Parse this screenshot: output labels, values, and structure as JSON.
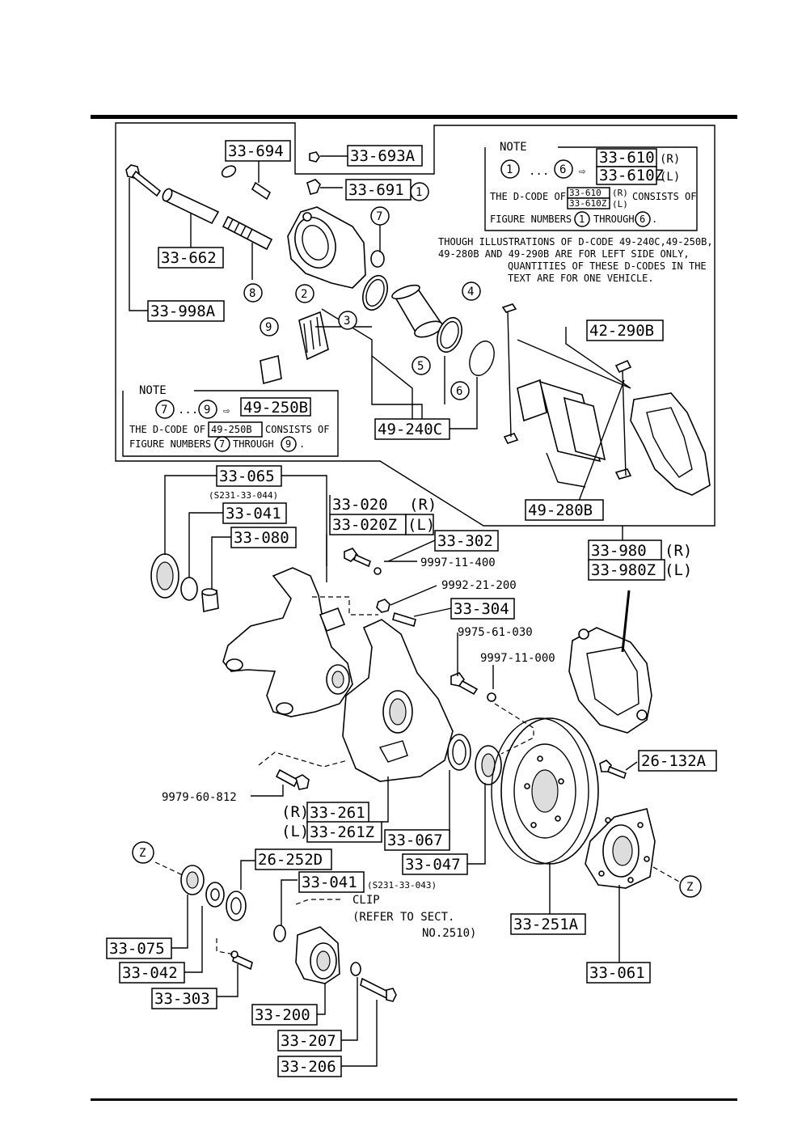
{
  "callouts": {
    "p33_694": "33-694",
    "p33_693A": "33-693A",
    "p33_691": "33-691",
    "p33_662": "33-662",
    "p33_998A": "33-998A",
    "p42_290B": "42-290B",
    "p49_240C": "49-240C",
    "p49_280B": "49-280B",
    "p33_065": "33-065",
    "p33_041a": "33-041",
    "p33_080": "33-080",
    "p33_020": "33-020",
    "p33_020Z": "33-020Z",
    "p33_302": "33-302",
    "p33_304": "33-304",
    "p33_980": "33-980",
    "p33_980Z": "33-980Z",
    "p26_132A": "26-132A",
    "p33_261": "33-261",
    "p33_261Z": "33-261Z",
    "p33_067": "33-067",
    "p33_047": "33-047",
    "p26_252D": "26-252D",
    "p33_041b": "33-041",
    "p33_251A": "33-251A",
    "p33_075": "33-075",
    "p33_042": "33-042",
    "p33_303": "33-303",
    "p33_200": "33-200",
    "p33_207": "33-207",
    "p33_206": "33-206",
    "p33_061": "33-061"
  },
  "plain_numbers": {
    "n9997_11_400": "9997-11-400",
    "n9992_21_200": "9992-21-200",
    "n9975_61_030": "9975-61-030",
    "n9997_11_000": "9997-11-000",
    "n9979_60_812": "9979-60-812"
  },
  "side_marks": {
    "R": "(R)",
    "L": "(L)"
  },
  "subnotes": {
    "s5231_044": "(S231-33-044)",
    "s5231_043": "(S231-33-043)"
  },
  "clip_note": {
    "line1": "CLIP",
    "line2": "(REFER TO SECT.",
    "line3": "NO.2510)"
  },
  "ref_numbers": {
    "n1": "1",
    "n2": "2",
    "n3": "3",
    "n4": "4",
    "n5": "5",
    "n6": "6",
    "n7": "7",
    "n8": "8",
    "n9": "9",
    "z": "Z"
  },
  "note_right": {
    "title": "NOTE",
    "from": "1",
    "dots": "...",
    "to": "6",
    "arrow": "⇨",
    "code_r": "33-610",
    "code_l": "33-610Z",
    "mark_r": "(R)",
    "mark_l": "(L)",
    "line1_pre": "THE D-CODE OF",
    "mini_r": "33-610",
    "mini_l": "33-610Z",
    "line1_post": "CONSISTS OF",
    "line2_pre": "FIGURE NUMBERS",
    "line2_mid": "THROUGH",
    "line2_end": "."
  },
  "note_left": {
    "title": "NOTE",
    "from": "7",
    "dots": "...",
    "to": "9",
    "arrow": "⇨",
    "code": "49-250B",
    "line1_pre": "THE D-CODE OF",
    "line1_post": "CONSISTS OF",
    "line2_pre": "FIGURE NUMBERS",
    "line2_mid": "THROUGH",
    "line2_end": "."
  },
  "illustration_note": {
    "line1": "THOUGH ILLUSTRATIONS OF D-CODE 49-240C,49-250B,",
    "line2": "49-280B AND 49-290B ARE FOR LEFT SIDE ONLY,",
    "line3": "QUANTITIES OF THESE D-CODES IN THE",
    "line4": "TEXT ARE FOR ONE VEHICLE."
  }
}
